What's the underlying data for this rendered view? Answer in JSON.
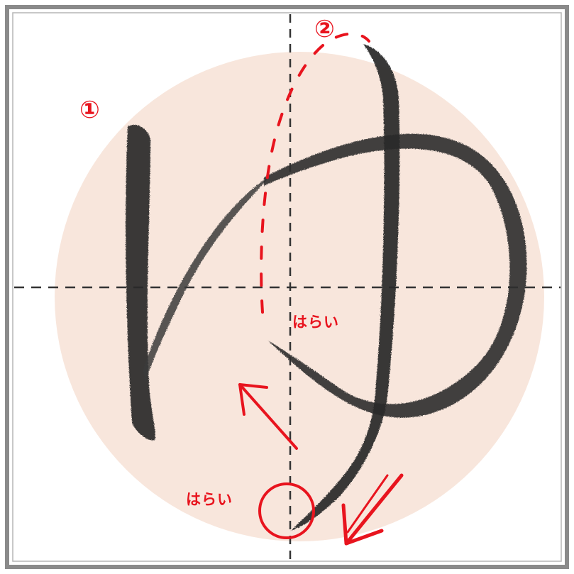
{
  "title": "",
  "colors": {
    "accent_red": "#e8141e",
    "ink": "#2a2a2a",
    "circle_background": "#f8e6dc",
    "guide": "#333333",
    "border": "#888888"
  },
  "labels": {
    "stroke_1": "①",
    "stroke_2": "②",
    "harai_upper": "はらい",
    "harai_lower": "はらい"
  },
  "icons": {
    "stroke_direction_arrows": "arrow-icon",
    "harai_marker": "circle-highlight-icon"
  }
}
